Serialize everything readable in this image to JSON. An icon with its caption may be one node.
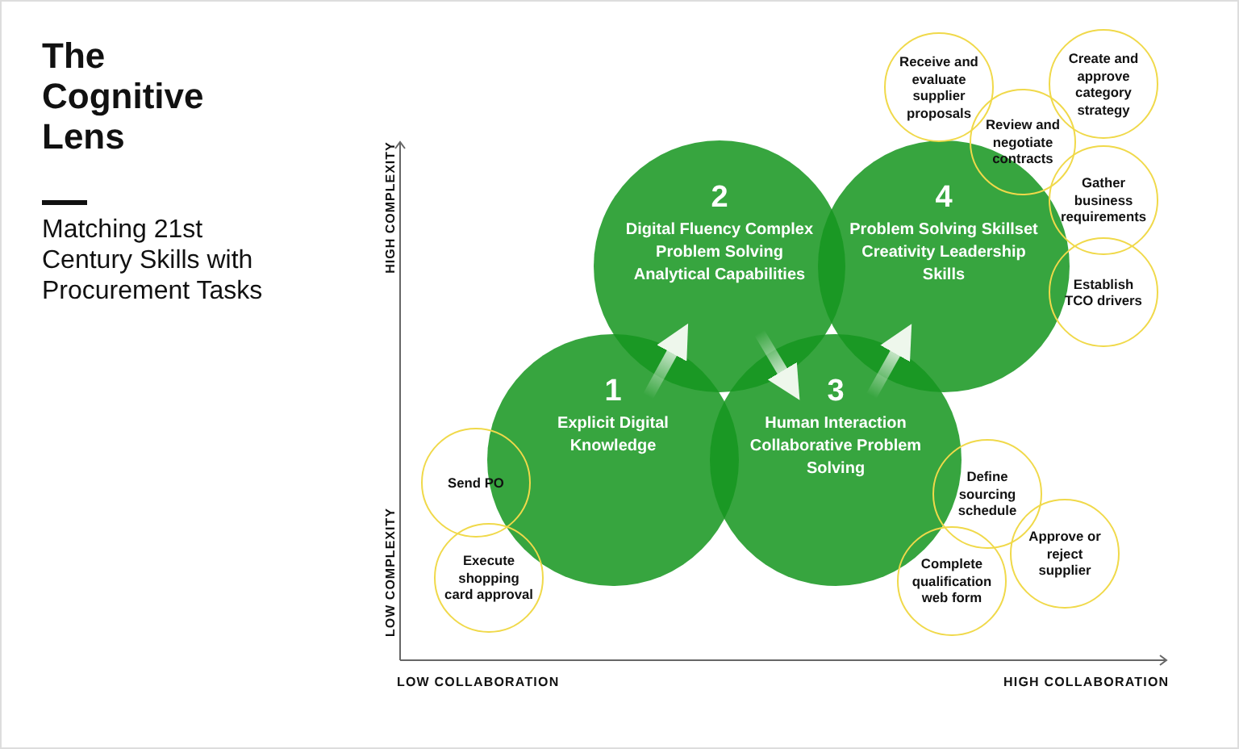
{
  "diagram": {
    "title": "The Cognitive Lens",
    "nodes": [
      {
        "text": [
          "1",
          "Explicit Digital Knowledge"
        ]
      },
      {
        "text": [
          "2",
          "Digital Fluency Complex Problem Solving Analytical Capabilities"
        ]
      },
      {
        "text": [
          "3",
          "Human Interaction Collaborative Problem Solving"
        ]
      },
      {
        "text": [
          "4",
          "Problem Solving Skillset Creativity Leadership Skills"
        ]
      },
      {
        "text": [
          "Receive and evaluate supplier proposals"
        ]
      },
      {
        "text": [
          "Create and approve category strategy"
        ]
      },
      {
        "text": [
          "Review and negotiate contracts"
        ]
      },
      {
        "text": [
          "Gather business requirements"
        ]
      },
      {
        "text": [
          "Establish TCO drivers"
        ]
      },
      {
        "text": [
          "Send PO"
        ]
      },
      {
        "text": [
          "Define sourcing schedule"
        ]
      },
      {
        "text": [
          "Approve or reject supplier"
        ]
      },
      {
        "text": [
          "Execute shopping card approval"
        ]
      },
      {
        "text": [
          "Complete qualification web form"
        ]
      }
    ],
    "edges": [
      {
        "from": 0,
        "to": 1,
        "arrow": "to"
      },
      {
        "from": 1,
        "to": 2,
        "arrow": "to"
      },
      {
        "from": 2,
        "to": 3,
        "arrow": "to"
      }
    ],
    "labels": [
      "Matching 21st Century Skills with Procurement Tasks",
      "HIGH COMPLEXITY",
      "LOW COMPLEXITY",
      "LOW COLLABORATION",
      "HIGH COLLABORATION"
    ]
  }
}
